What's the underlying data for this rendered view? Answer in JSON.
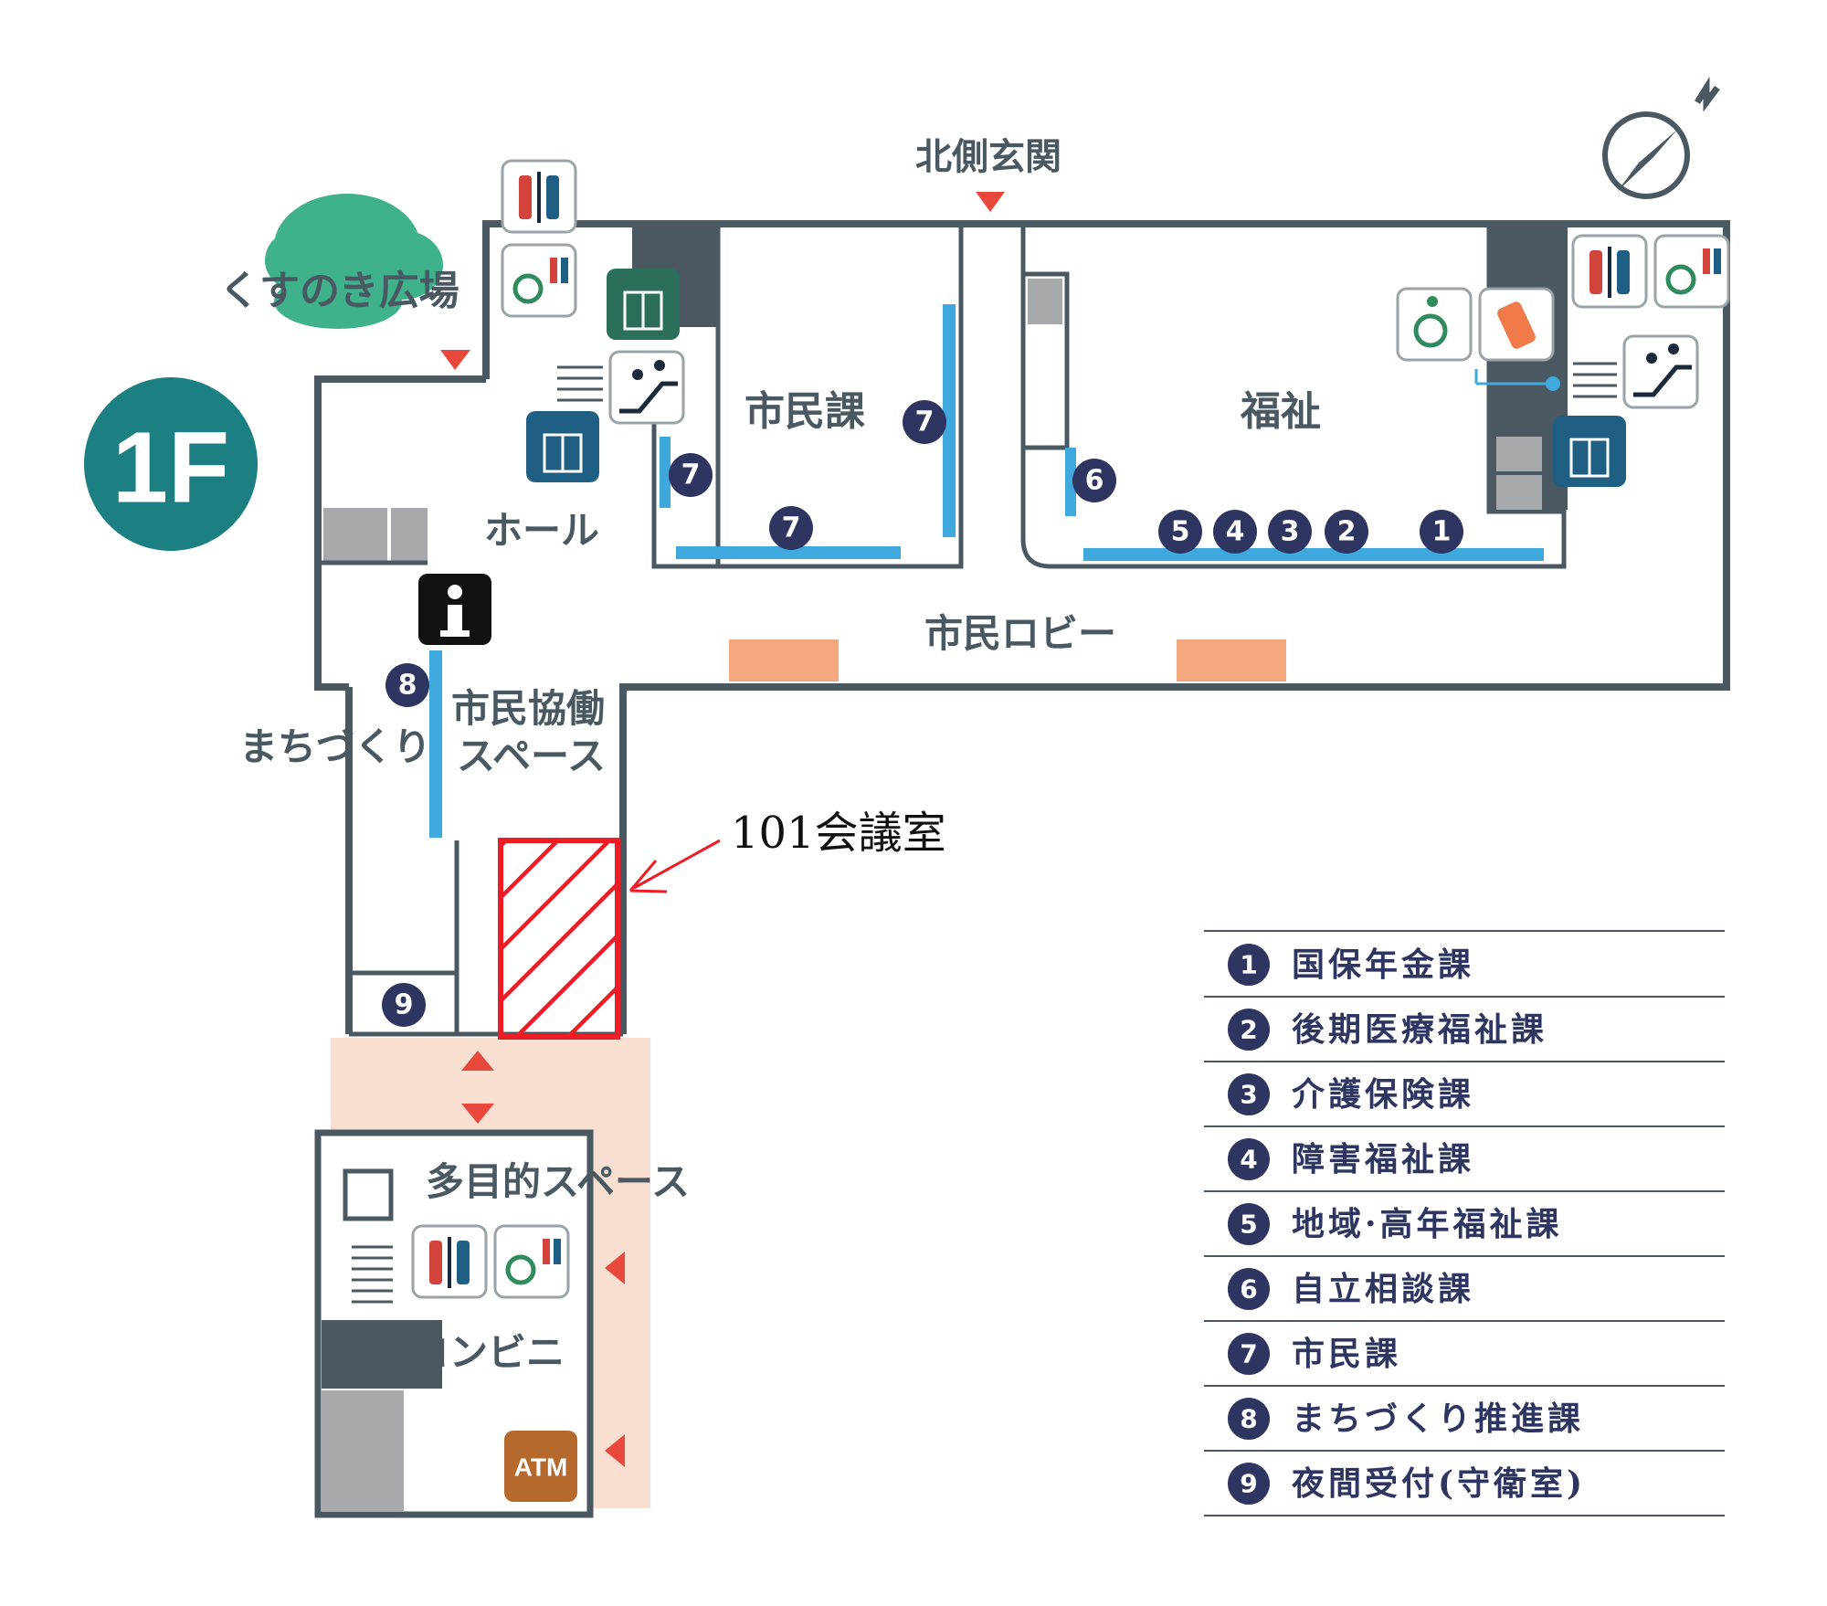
{
  "floor": {
    "label": "1F"
  },
  "areas": {
    "plaza": "くすのき広場",
    "north_entrance": "北側玄関",
    "hall": "ホール",
    "shimin_ka": "市民課",
    "fukushi": "福祉",
    "lobby": "市民ロビー",
    "machizukuri": "まちづくり",
    "kyodo_line1": "市民協働",
    "kyodo_line2": "スペース",
    "multipurpose": "多目的スペース",
    "convenience": "コンビニ",
    "atm": "ATM"
  },
  "callout": {
    "label": "101会議室",
    "color": "#ee1c25"
  },
  "compass": {
    "label": "N"
  },
  "markers": [
    "1",
    "2",
    "3",
    "4",
    "5",
    "6",
    "7",
    "8",
    "9"
  ],
  "legend": [
    {
      "num": "1",
      "label": "国保年金課"
    },
    {
      "num": "2",
      "label": "後期医療福祉課"
    },
    {
      "num": "3",
      "label": "介護保険課"
    },
    {
      "num": "4",
      "label": "障害福祉課"
    },
    {
      "num": "5",
      "label": "地域·高年福祉課"
    },
    {
      "num": "6",
      "label": "自立相談課"
    },
    {
      "num": "7",
      "label": "市民課"
    },
    {
      "num": "8",
      "label": "まちづくり推進課"
    },
    {
      "num": "9",
      "label": "夜間受付(守衛室)"
    }
  ],
  "icons": [
    "restroom-icon",
    "accessible-restroom-icon",
    "elevator-icon",
    "escalator-icon",
    "wheelchair-icon",
    "baby-bottle-icon",
    "information-icon",
    "compass-icon",
    "tree-icon"
  ],
  "colors": {
    "wall": "#4a5862",
    "counter": "#3fa9dd",
    "teal": "#1c7f82",
    "marker": "#2d3560",
    "peach": "#f5a77e",
    "corridor": "#f8dfd1",
    "arrow": "#e8493c",
    "tree": "#3fb18b",
    "atm": "#b5692c",
    "elevator_blue": "#1f5f83",
    "elevator_green": "#2c6e5c"
  }
}
